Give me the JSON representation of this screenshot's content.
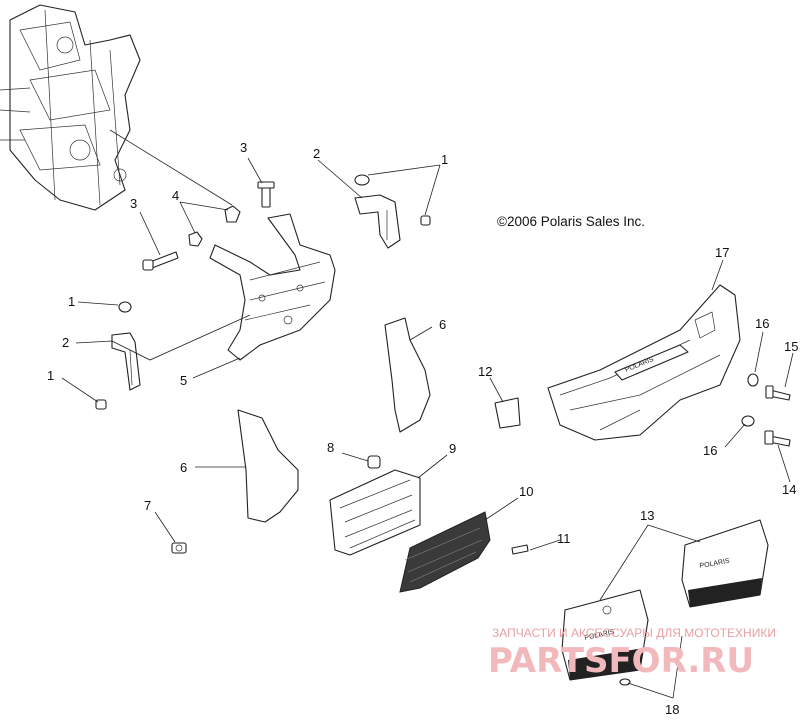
{
  "copyright": "©2006 Polaris Sales Inc.",
  "callouts": {
    "c1a": "1",
    "c1b": "1",
    "c1c": "1",
    "c2a": "2",
    "c2b": "2",
    "c3a": "3",
    "c3b": "3",
    "c4": "4",
    "c5": "5",
    "c6a": "6",
    "c6b": "6",
    "c7": "7",
    "c8": "8",
    "c9": "9",
    "c10": "10",
    "c11": "11",
    "c12": "12",
    "c13": "13",
    "c14": "14",
    "c15": "15",
    "c16a": "16",
    "c16b": "16",
    "c17": "17",
    "c18": "18"
  },
  "badges": {
    "bumper": "POLARIS",
    "plate_right": "POLARIS",
    "plate_left": "POLARIS"
  },
  "watermark": {
    "line1": "ЗАПЧАСТИ И АКСЕССУАРЫ ДЛЯ МОТОТЕХНИКИ",
    "line2": "PARTSFOR.RU"
  }
}
